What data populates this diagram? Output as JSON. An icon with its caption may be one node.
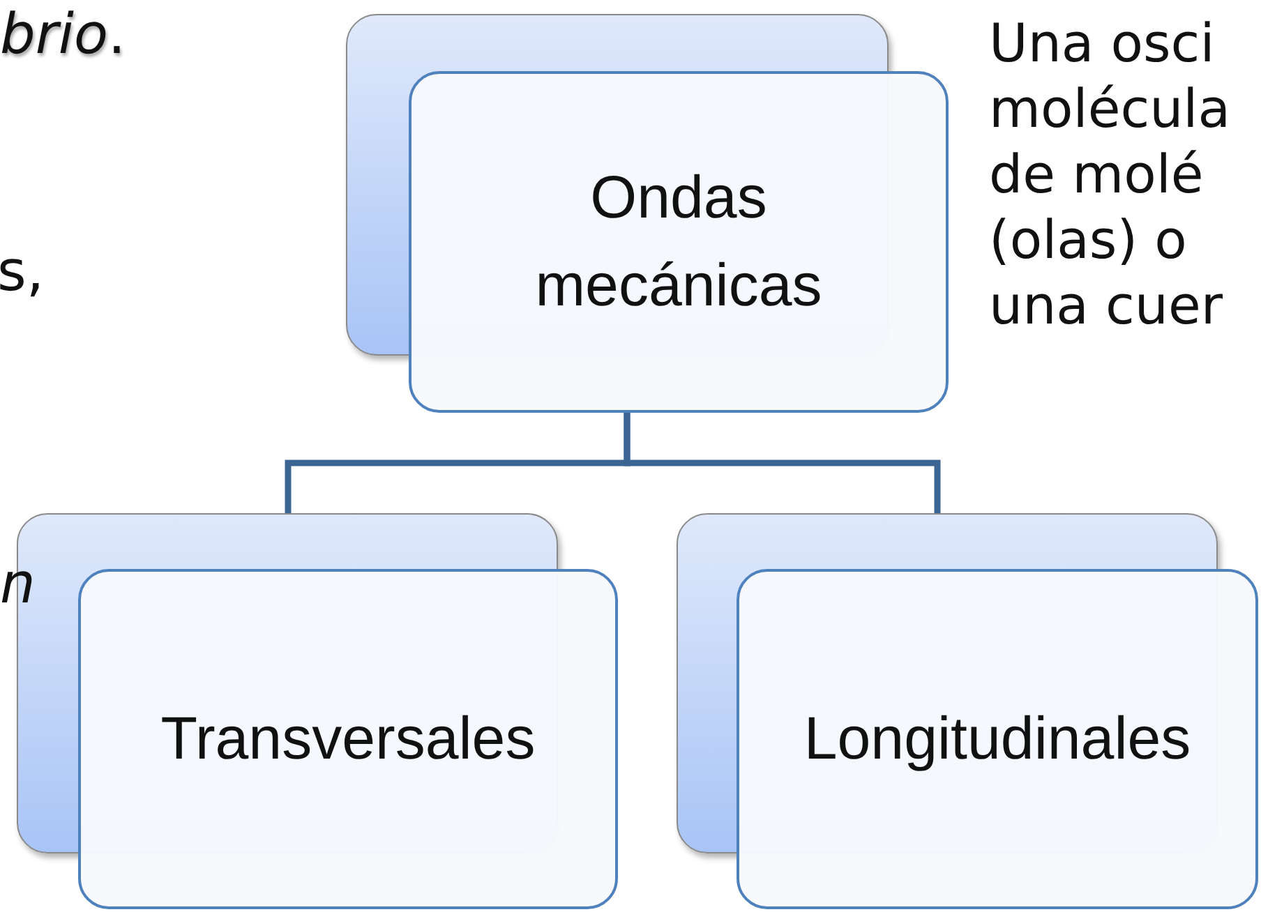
{
  "diagram": {
    "nodes": [
      {
        "text": [
          "Ondas mecánicas"
        ]
      },
      {
        "text": [
          "Transversales"
        ]
      },
      {
        "text": [
          "Longitudinales"
        ]
      }
    ],
    "edges": [
      {
        "from": 0,
        "to": 1,
        "arrow": "none"
      },
      {
        "from": 0,
        "to": 2,
        "arrow": "none"
      }
    ],
    "labels": [
      "*brio*.",
      "s,",
      "n",
      "Una osci molécula de molé (olas) o una cuer"
    ]
  }
}
